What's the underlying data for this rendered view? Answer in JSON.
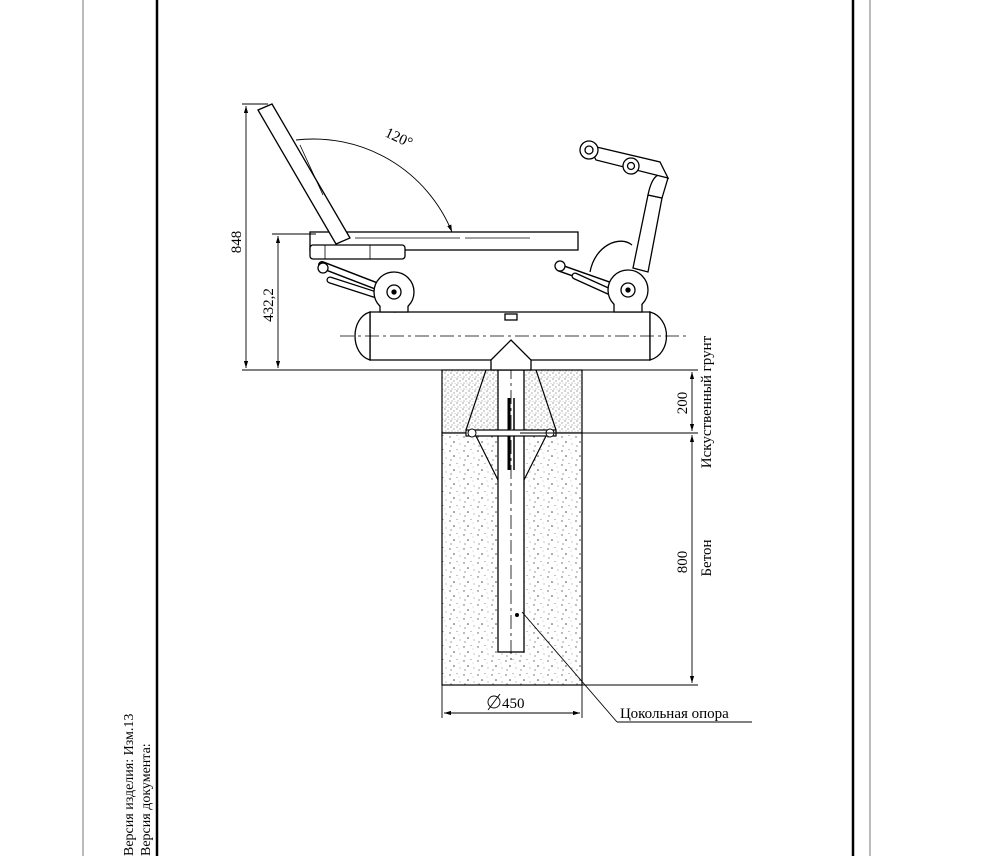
{
  "dimensions": {
    "angle": "120°",
    "total_height": "848",
    "seat_height": "432,2",
    "fill_depth": "200",
    "concrete_depth": "800",
    "diameter": "450"
  },
  "layers": {
    "fill": "Искуственный грунт",
    "concrete": "Бетон"
  },
  "callout": {
    "label": "Цокольная опора"
  },
  "sidebar": {
    "product_version": "Версия изделия: Изм.13",
    "document_version": "Версия документа:"
  }
}
